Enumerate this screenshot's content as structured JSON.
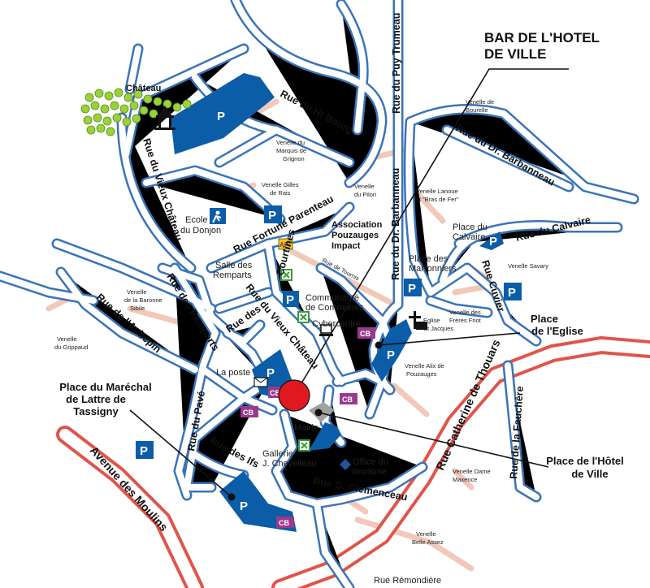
{
  "colors": {
    "road": "#3a74b8",
    "main_road": "#e0554a",
    "parking": "#0b5da8",
    "cb_badge": "#9a3a8c",
    "pedestrian": "#f2c8b8",
    "marker": "#e0181f",
    "park_green": "#9ad23a"
  },
  "callouts": {
    "bar_line1": "BAR DE L'HOTEL",
    "bar_line2": "DE VILLE",
    "place_eglise_1": "Place",
    "place_eglise_2": "de l'Eglise",
    "marechal_1": "Place du Maréchal",
    "marechal_2": "de Lattre de",
    "marechal_3": "Tassigny",
    "hotel_ville_1": "Place de l'Hôtel",
    "hotel_ville_2": "de Ville"
  },
  "streets": {
    "ht_bourg": "Rue du Ht Bourg",
    "puy_trumeau": "Rue du Puy Trumeau",
    "vieux_chateau_1": "Rue du Vieux Château",
    "fortune_parenteau": "Rue Fortuné Parenteau",
    "dr_barbanneau_1": "Rue du Dr. Barbanneau",
    "dr_barbanneau_2": "Rue du Dr. Barbanneau",
    "calvaire": "Rue du Calvaire",
    "remparts": "Rue des Remparts",
    "aubepin": "Rue de l'Aubépin",
    "courtines": "Courtines",
    "rue_des": "Rue des",
    "vieux_chateau_2": "Rue du Vieux Château",
    "catherine_thouars": "Rue Catherine de Thouars",
    "fauchere": "Rue de la Fauchère",
    "paves": "Rue du Pavé",
    "ifs": "Rue des Ifs",
    "clemenceau": "Rue G. Clemenceau",
    "avenue_moulins": "Avenue des Moulins",
    "cuvier": "Rue Cuvier",
    "tournis": "Rue de Tournis",
    "remondiere": "Rue Rémondière"
  },
  "venelles": {
    "bourelle_1": "Venelle de",
    "bourelle_2": "Bourelle",
    "marquis_1": "Venelle du",
    "marquis_2": "Marquis de",
    "marquis_3": "Grignon",
    "gilles_1": "Venelle Gilles",
    "gilles_2": "de Rais",
    "pilori_1": "Venelle",
    "pilori_2": "du Pilori",
    "lanoue_1": "Venelle Lanoue",
    "lanoue_2": "dit \"Bras de Fer\"",
    "savary": "Venelle Savary",
    "baronne_1": "Venelle",
    "baronne_2": "de la Baronne",
    "baronne_3": "Sibile",
    "grippaud_1": "Venelle",
    "grippaud_2": "du Grippaud",
    "freres_1": "Venelle des",
    "freres_2": "Frères Friot",
    "alix_1": "Venelle Alix de",
    "alix_2": "Pouzauges",
    "dame_1": "Venelle Dame",
    "dame_2": "Maxence",
    "belle_1": "Venelle",
    "belle_2": "Belle Assez"
  },
  "places": {
    "chateau": "Château",
    "ecole_1": "Ecole",
    "ecole_2": "du Donjon",
    "asso_1": "Association",
    "asso_2": "Pouzauges",
    "asso_3": "Impact",
    "salle_1": "Salle des",
    "salle_2": "Remparts",
    "communaute_1": "Communauté",
    "communaute_2": "de Communes",
    "cybercentre": "Cybercentre",
    "la_poste": "La poste",
    "place_calvaire_1": "Place du",
    "place_calvaire_2": "Calvaire",
    "marronniers_1": "Place des",
    "marronniers_2": "Marronniers",
    "eglise_1": "Eglise",
    "eglise_2": "St Jacques",
    "mairie": "Mairie",
    "galerie_1": "Gallerie",
    "galerie_2": "J. Chevelleau",
    "office_1": "Office du",
    "office_2": "tourisme",
    "api_logo": "API"
  },
  "parking_label": "P",
  "cb_label": "CB"
}
